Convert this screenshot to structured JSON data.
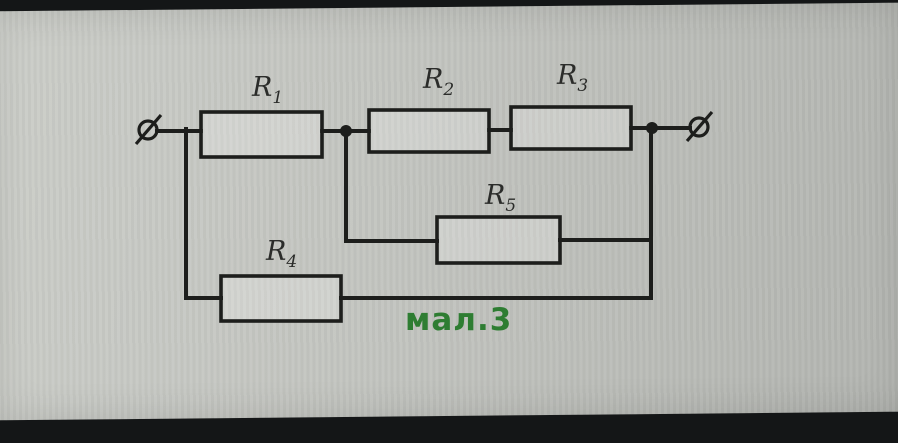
{
  "figure": {
    "caption": "мал.3",
    "resistors": [
      {
        "id": "R1",
        "base": "R",
        "sub": "1"
      },
      {
        "id": "R2",
        "base": "R",
        "sub": "2"
      },
      {
        "id": "R3",
        "base": "R",
        "sub": "3"
      },
      {
        "id": "R5",
        "base": "R",
        "sub": "5"
      },
      {
        "id": "R4",
        "base": "R",
        "sub": "4"
      }
    ],
    "icons": {
      "left_terminal": "crossed-circle-terminal",
      "right_terminal": "crossed-circle-terminal"
    }
  },
  "colors": {
    "ink": "#1d1e1c",
    "paper": "#bfc1bc",
    "caption": "#2e7d32",
    "border": "#141617"
  }
}
